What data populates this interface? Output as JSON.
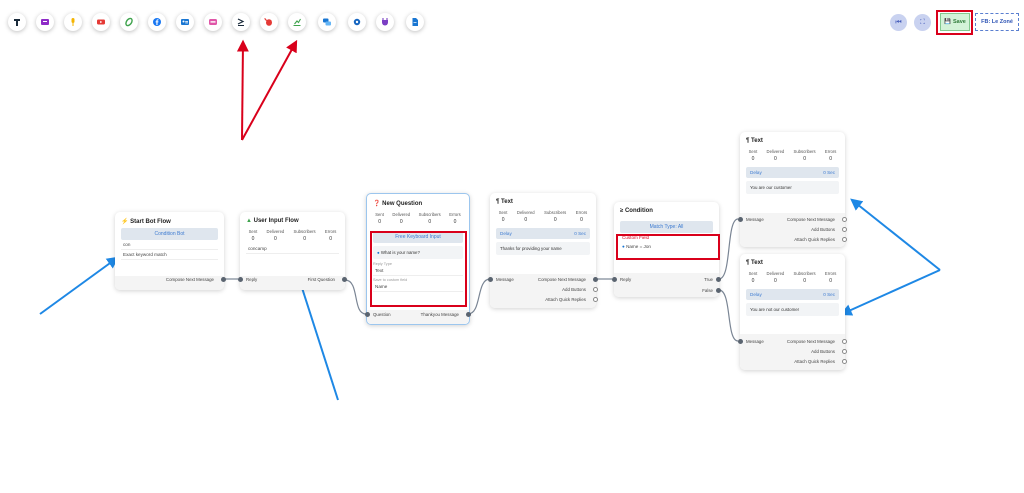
{
  "toolbar": {
    "icons": [
      {
        "name": "text-icon",
        "color": "#1a2a3a"
      },
      {
        "name": "card-icon",
        "color": "#8e2bc7"
      },
      {
        "name": "audio-icon",
        "color": "#f4b400"
      },
      {
        "name": "video-icon",
        "color": "#e53935"
      },
      {
        "name": "attachment-icon",
        "color": "#3fa34d"
      },
      {
        "name": "facebook-icon",
        "color": "#1877f2"
      },
      {
        "name": "user-input-card-icon",
        "color": "#1976d2"
      },
      {
        "name": "otn-icon",
        "color": "#e056a8"
      },
      {
        "name": "condition-icon",
        "color": "#1a2a3a"
      },
      {
        "name": "bug-icon",
        "color": "#e53935"
      },
      {
        "name": "chart-icon",
        "color": "#3fa34d"
      },
      {
        "name": "chat-icon",
        "color": "#1976d2"
      },
      {
        "name": "settings-icon",
        "color": "#1565c0"
      },
      {
        "name": "plugin-icon",
        "color": "#7b3fc4"
      },
      {
        "name": "file-icon",
        "color": "#1976d2"
      }
    ]
  },
  "header": {
    "save_label": "Save",
    "page_label": "FB: Le Zoné"
  },
  "stat_labels": [
    "Sent",
    "Delivered",
    "Subscribers",
    "Errors"
  ],
  "nodes": {
    "start": {
      "title": "Start Bot Flow",
      "badge": "Condition Bot",
      "lines": [
        "con",
        "Exact keyword match"
      ],
      "out": "Compose Next Message"
    },
    "user_input": {
      "title": "User Input Flow",
      "stats": [
        "0",
        "0",
        "0",
        "0"
      ],
      "lines": [
        "concamp"
      ],
      "in": "Reply",
      "out": "First Question"
    },
    "question": {
      "title": "New Question",
      "stats": [
        "0",
        "0",
        "0",
        "0"
      ],
      "badge": "Free Keyboard Input",
      "question_text": "What is your name?",
      "reply_type_label": "Reply Type",
      "reply_type_value": "Text",
      "save_field_label": "Save to custom field",
      "save_field_value": "Name",
      "in": "Question",
      "out": "Thankyou Message"
    },
    "text1": {
      "title": "Text",
      "stats": [
        "0",
        "0",
        "0",
        "0"
      ],
      "delay": "Delay",
      "delay_value": "0 Sec",
      "message": "Thanks for providing your name",
      "in": "Message",
      "outs": [
        "Compose Next Message",
        "Add Buttons",
        "Attach Quick Replies"
      ]
    },
    "condition": {
      "title": "Condition",
      "badge": "Match Type: All",
      "field": "Custom Field",
      "rule": "Name = Jon",
      "in": "Reply",
      "true_label": "True",
      "false_label": "False"
    },
    "text2": {
      "title": "Text",
      "stats": [
        "0",
        "0",
        "0",
        "0"
      ],
      "delay": "Delay",
      "delay_value": "0 Sec",
      "message": "You are our customer",
      "in": "Message",
      "outs": [
        "Compose Next Message",
        "Add Buttons",
        "Attach Quick Replies"
      ]
    },
    "text3": {
      "title": "Text",
      "stats": [
        "0",
        "0",
        "0",
        "0"
      ],
      "delay": "Delay",
      "delay_value": "0 Sec",
      "message": "You are not our customer",
      "in": "Message",
      "outs": [
        "Compose Next Message",
        "Add Buttons",
        "Attach Quick Replies"
      ]
    }
  },
  "colors": {
    "annotation_red": "#d9001b",
    "annotation_blue": "#1e88e5",
    "connector": "#7a8594"
  }
}
